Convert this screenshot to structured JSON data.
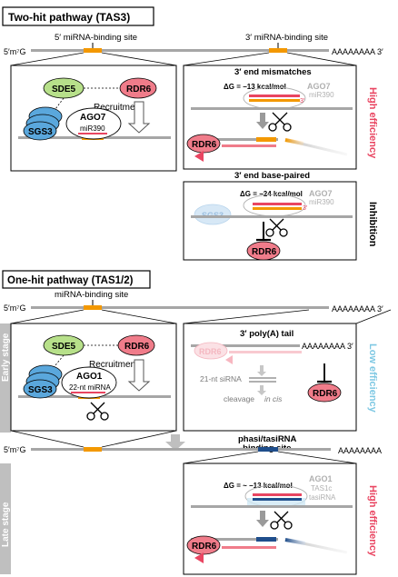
{
  "sections": {
    "two_hit_title": "Two-hit pathway (TAS3)",
    "one_hit_title": "One-hit pathway (TAS1/2)"
  },
  "labels": {
    "five_prime_cap": "5′m⁷G",
    "poly_a_3": "AAAAAAAA 3′",
    "poly_a_plain": "AAAAAAAA",
    "five_site": "5′ miRNA-binding site",
    "three_site": "3′ miRNA-binding site",
    "mirna_site": "miRNA-binding site",
    "phasi_site_1": "phasi/tasiRNA",
    "phasi_site_2": "-binding site",
    "three_end_mismatches": "3′ end mismatches",
    "three_end_basepaired": "3′ end base-paired",
    "three_poly_a_tail": "3′ poly(A) tail",
    "early_stage": "Early stage",
    "late_stage": "Late stage",
    "high_efficiency": "High efficiency",
    "low_efficiency": "Low efficiency",
    "inhibition": "Inhibition",
    "recruitment": "Recruitment",
    "dg_13": "ΔG = −13 kcal/mol",
    "dg_24": "ΔG = −24 kcal/mol",
    "dg_13b": "ΔG = ~ −13 kcal/mol",
    "sde5": "SDE5",
    "rdr6": "RDR6",
    "sgs3": "SGS3",
    "ago7": "AGO7",
    "mir390": "miR390",
    "ago1": "AGO1",
    "nt22": "22-nt miRNA",
    "tas1c": "TAS1c",
    "tasirna": "tasiRNA",
    "aaaa_tail": "AAAAAAAA 3′",
    "sirna21": "21-nt siRNA",
    "cleavage": "cleavage",
    "in_cis": "in cis",
    "prime5": "5′",
    "prime3": "3′"
  },
  "colors": {
    "orange": "#f39800",
    "red": "#e94561",
    "pink": "#f07c8a",
    "blue": "#5aa7dc",
    "navy": "#1f4e8c",
    "green": "#b7e08a",
    "gray": "#a6a6a6",
    "lightblue": "#7ec8e3"
  }
}
